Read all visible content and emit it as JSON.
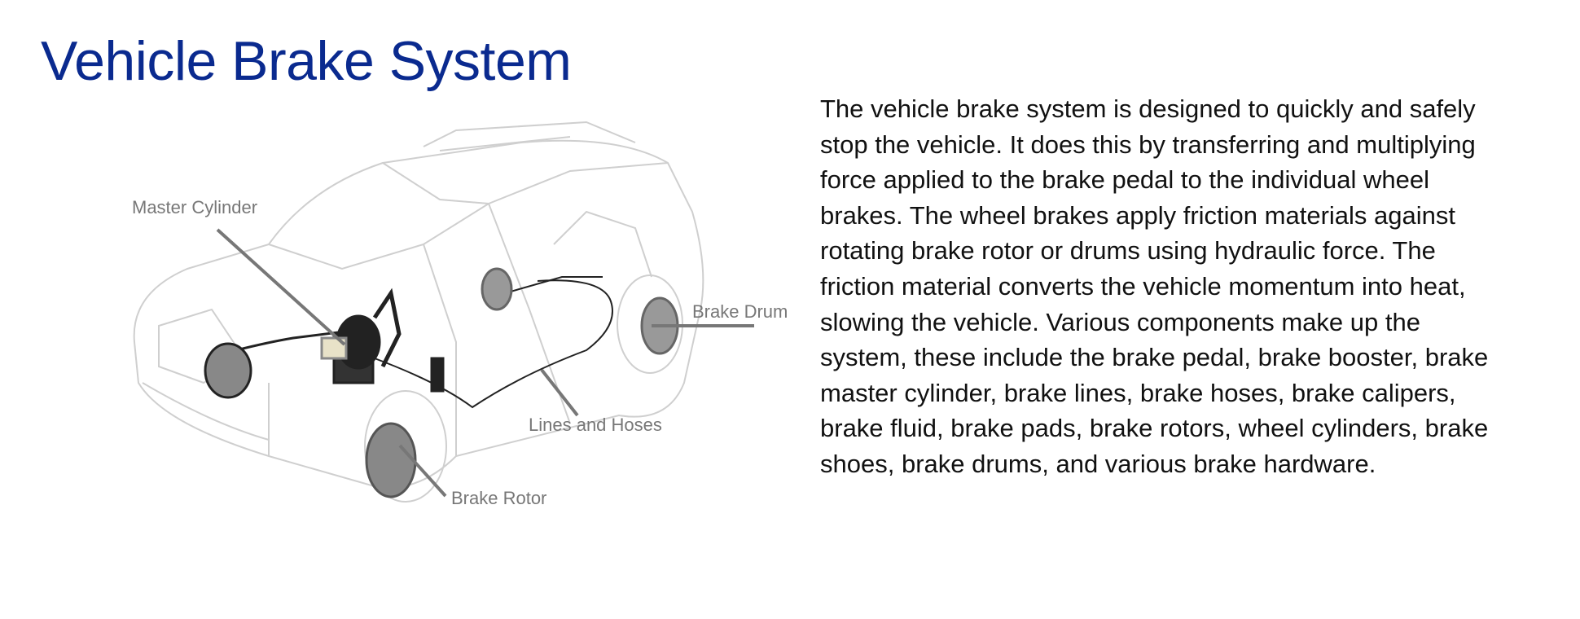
{
  "title": "Vehicle Brake System",
  "description_lines": [
    "The vehicle brake system is designed to quickly and safely",
    "stop the vehicle. It does this by transferring and multiplying",
    "force applied to the brake pedal to the individual wheel",
    "brakes. The wheel brakes apply friction materials against",
    "rotating brake rotor or drums using hydraulic force. The",
    "friction material converts the vehicle momentum into heat,",
    "slowing the vehicle. Various components make up the",
    "system, these include the brake pedal, brake booster, brake",
    "master cylinder, brake lines, brake hoses, brake calipers,",
    "brake fluid, brake pads, brake rotors, wheel cylinders, brake",
    "shoes, brake drums, and various brake hardware."
  ],
  "labels": {
    "master_cylinder": "Master Cylinder",
    "brake_drum": "Brake Drum",
    "lines_and_hoses": "Lines and Hoses",
    "brake_rotor": "Brake Rotor"
  },
  "colors": {
    "title": "#0a2a8f",
    "label": "#777777",
    "leader": "#777777"
  }
}
